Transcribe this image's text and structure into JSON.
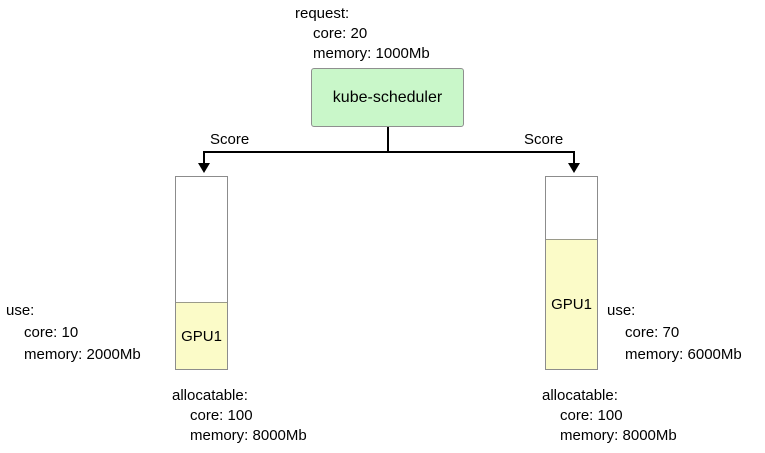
{
  "request": {
    "title": "request:",
    "core": "core: 20",
    "memory": "memory: 1000Mb"
  },
  "scheduler": {
    "label": "kube-scheduler"
  },
  "edges": {
    "left_score": "Score",
    "right_score": "Score"
  },
  "node_left": {
    "gpu": "GPU1",
    "use_title": "use:",
    "use_core": "core: 10",
    "use_memory": "memory: 2000Mb",
    "alloc_title": "allocatable:",
    "alloc_core": "core: 100",
    "alloc_memory": "memory: 8000Mb"
  },
  "node_right": {
    "gpu": "GPU1",
    "use_title": "use:",
    "use_core": "core: 70",
    "use_memory": "memory: 6000Mb",
    "alloc_title": "allocatable:",
    "alloc_core": "core: 100",
    "alloc_memory": "memory: 8000Mb"
  },
  "colors": {
    "scheduler_fill": "#c9f7c9",
    "gpu_fill": "#fbfbc8",
    "node_border": "#8c8c8c",
    "line": "#000000",
    "text": "#000000",
    "background": "#ffffff"
  }
}
